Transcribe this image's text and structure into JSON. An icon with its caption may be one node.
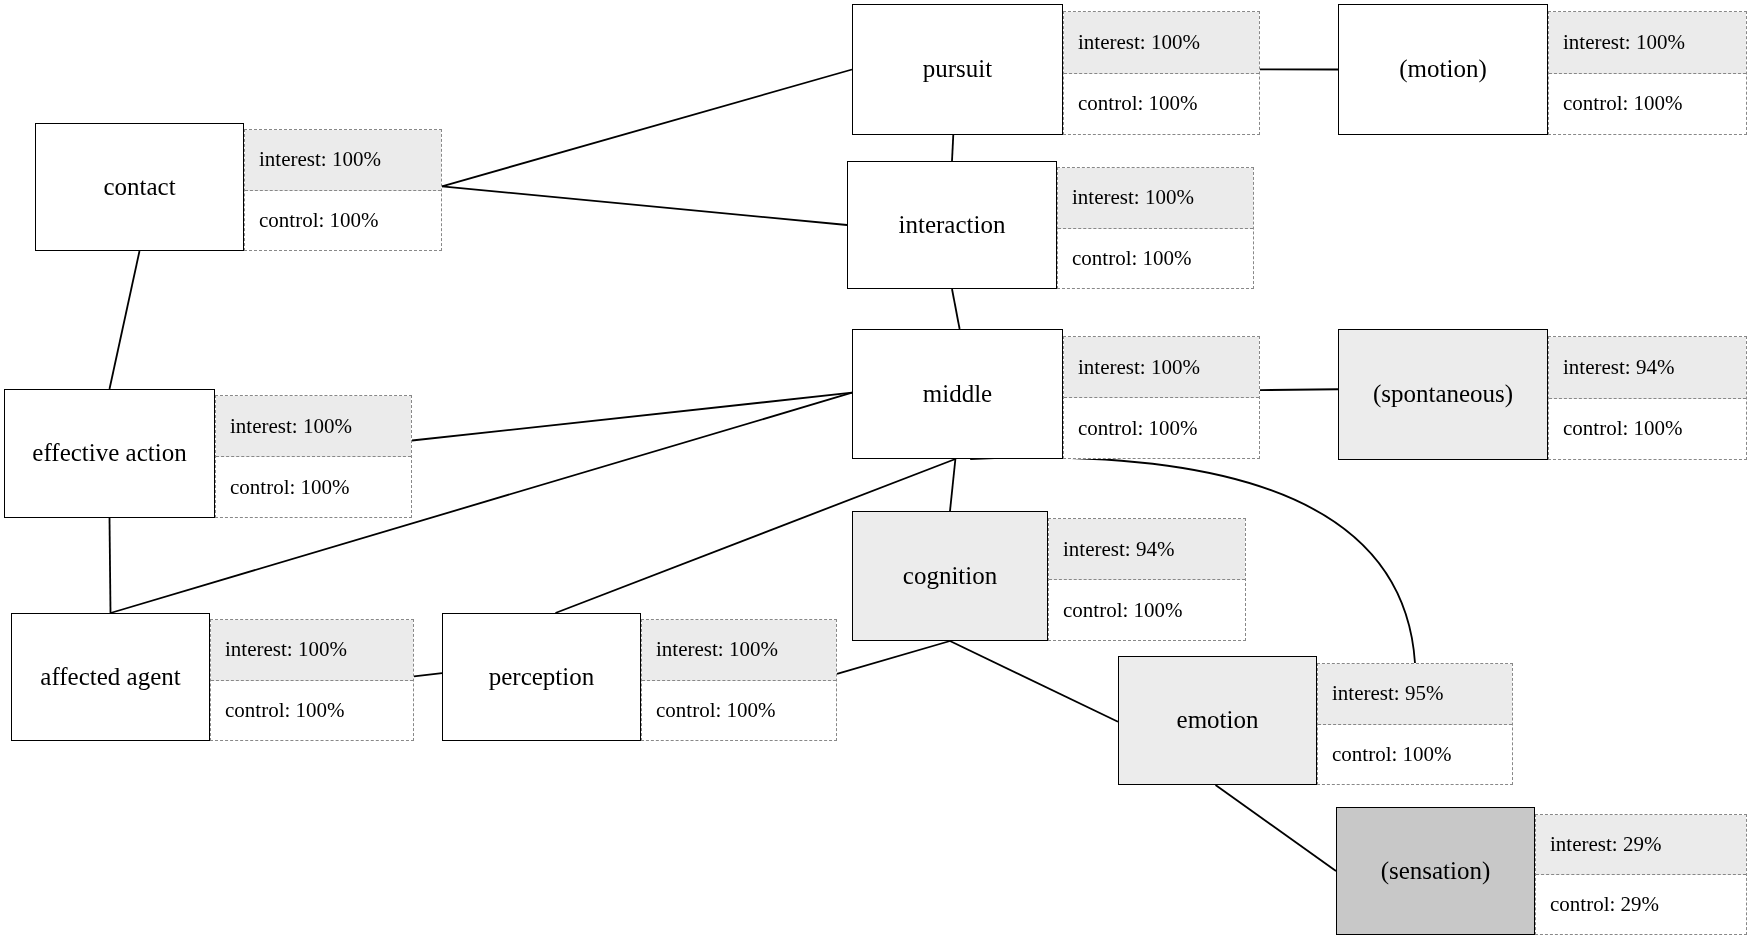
{
  "diagram": {
    "nodes": [
      {
        "text": [
          "pursuit"
        ]
      },
      {
        "text": [
          "interest: 100%",
          "control: 100%"
        ]
      },
      {
        "text": [
          "(motion)"
        ]
      },
      {
        "text": [
          "interest: 100%",
          "control: 100%"
        ]
      },
      {
        "text": [
          "contact"
        ]
      },
      {
        "text": [
          "interest: 100%",
          "control: 100%"
        ]
      },
      {
        "text": [
          "interaction"
        ]
      },
      {
        "text": [
          "interest: 100%",
          "control: 100%"
        ]
      },
      {
        "text": [
          "middle"
        ]
      },
      {
        "text": [
          "interest: 100%",
          "control: 100%"
        ]
      },
      {
        "text": [
          "(spontaneous)"
        ]
      },
      {
        "text": [
          "interest: 94%",
          "control: 100%"
        ]
      },
      {
        "text": [
          "effective action"
        ]
      },
      {
        "text": [
          "interest: 100%",
          "control: 100%"
        ]
      },
      {
        "text": [
          "cognition"
        ]
      },
      {
        "text": [
          "interest: 94%",
          "control: 100%"
        ]
      },
      {
        "text": [
          "affected agent"
        ]
      },
      {
        "text": [
          "interest: 100%",
          "control: 100%"
        ]
      },
      {
        "text": [
          "perception"
        ]
      },
      {
        "text": [
          "interest: 100%",
          "control: 100%"
        ]
      },
      {
        "text": [
          "emotion"
        ]
      },
      {
        "text": [
          "interest: 95%",
          "control: 100%"
        ]
      },
      {
        "text": [
          "(sensation)"
        ]
      },
      {
        "text": [
          "interest: 29%",
          "control: 29%"
        ]
      }
    ],
    "edges": [
      {
        "from": 5,
        "to": 0,
        "arrow": "none"
      },
      {
        "from": 5,
        "to": 6,
        "arrow": "none"
      },
      {
        "from": 1,
        "to": 2,
        "arrow": "none"
      },
      {
        "from": 0,
        "to": 6,
        "arrow": "none"
      },
      {
        "from": 6,
        "to": 8,
        "arrow": "none"
      },
      {
        "from": 9,
        "to": 10,
        "arrow": "none"
      },
      {
        "from": 4,
        "to": 12,
        "arrow": "none"
      },
      {
        "from": 13,
        "to": 8,
        "arrow": "none"
      },
      {
        "from": 12,
        "to": 16,
        "arrow": "none"
      },
      {
        "from": 16,
        "to": 8,
        "arrow": "none"
      },
      {
        "from": 8,
        "to": 18,
        "arrow": "none"
      },
      {
        "from": 8,
        "to": 14,
        "arrow": "none"
      },
      {
        "from": 8,
        "to": 21,
        "arrow": "none"
      },
      {
        "from": 17,
        "to": 18,
        "arrow": "none"
      },
      {
        "from": 19,
        "to": 14,
        "arrow": "none"
      },
      {
        "from": 14,
        "to": 20,
        "arrow": "none"
      },
      {
        "from": 20,
        "to": 22,
        "arrow": "none"
      }
    ]
  }
}
